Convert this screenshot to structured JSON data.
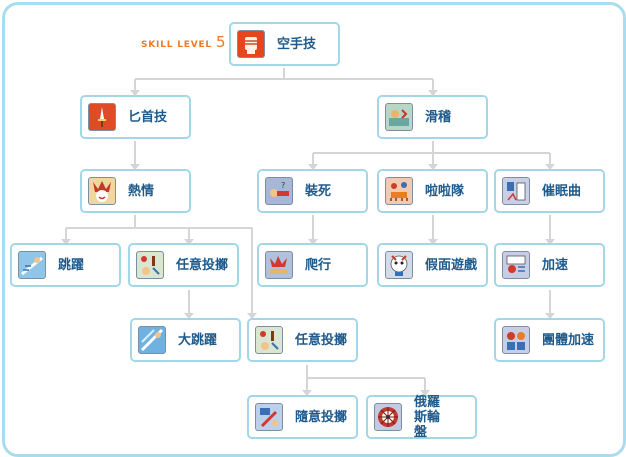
{
  "skill_level": {
    "label": "SKILL LEVEL",
    "value": "5"
  },
  "skills": {
    "karate": "空手技",
    "dagger": "匕首技",
    "clown": "滑稽",
    "passion": "熱情",
    "play_dead": "裝死",
    "cheerleader": "啦啦隊",
    "lullaby": "催眠曲",
    "jump": "跳躍",
    "random_throw_1": "任意投擲",
    "crawl": "爬行",
    "masquerade": "假面遊戲",
    "haste": "加速",
    "great_jump": "大跳躍",
    "random_throw_2": "任意投擲",
    "group_haste": "團體加速",
    "casual_throw": "隨意投擲",
    "roulette": "俄羅斯輪盤"
  },
  "colors": {
    "frame_border": "#a9dcef",
    "node_border": "#a3d7e7",
    "label_text": "#1e5a8c",
    "connector": "#d5d5d5",
    "skill_level_text": "#f07a23"
  }
}
